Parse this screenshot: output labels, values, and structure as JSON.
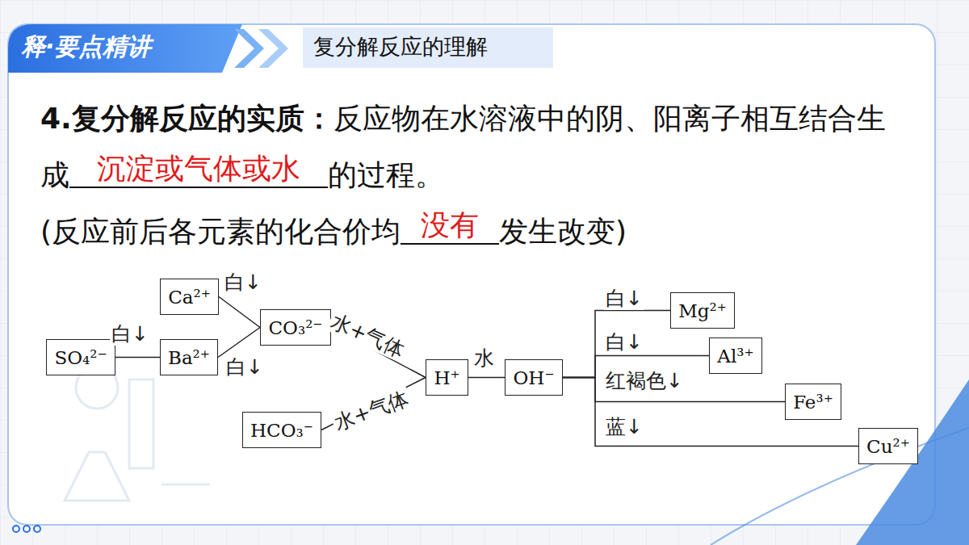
{
  "diagram": {
    "title": "复分解反应的理解",
    "nodes": [
      {
        "text": [
          "Ca²⁺"
        ]
      },
      {
        "text": [
          "SO₄²⁻"
        ]
      },
      {
        "text": [
          "Ba²⁺"
        ]
      },
      {
        "text": [
          "CO₃²⁻"
        ]
      },
      {
        "text": [
          "HCO₃⁻"
        ]
      },
      {
        "text": [
          "H⁺"
        ]
      },
      {
        "text": [
          "OH⁻"
        ]
      },
      {
        "text": [
          "Mg²⁺"
        ]
      },
      {
        "text": [
          "Al³⁺"
        ]
      },
      {
        "text": [
          "Fe³⁺"
        ]
      },
      {
        "text": [
          "Cu²⁺"
        ]
      }
    ],
    "edges": [
      {
        "from": 0,
        "to": 3,
        "label": "白↓",
        "arrow": "none"
      },
      {
        "from": 1,
        "to": 2,
        "label": "白↓",
        "arrow": "none"
      },
      {
        "from": 2,
        "to": 3,
        "label": "白↓",
        "arrow": "none"
      },
      {
        "from": 3,
        "to": 5,
        "label": "水+气体",
        "arrow": "none"
      },
      {
        "from": 4,
        "to": 5,
        "label": "水+气体",
        "arrow": "none"
      },
      {
        "from": 5,
        "to": 6,
        "label": "水",
        "arrow": "none"
      },
      {
        "from": 6,
        "to": 7,
        "label": "白↓",
        "arrow": "none"
      },
      {
        "from": 6,
        "to": 8,
        "label": "白↓",
        "arrow": "none"
      },
      {
        "from": 6,
        "to": 9,
        "label": "红褐色↓",
        "arrow": "none"
      },
      {
        "from": 6,
        "to": 10,
        "label": "蓝↓",
        "arrow": "none"
      }
    ],
    "labels": [
      "释·要点精讲",
      "4.复分解反应的实质：",
      "反应物在水溶液中的阴、阳离子相互结合生成",
      "沉淀或气体或水",
      "的过程。",
      "(反应前后各元素的化合价均",
      "没有",
      "发生改变)"
    ]
  }
}
